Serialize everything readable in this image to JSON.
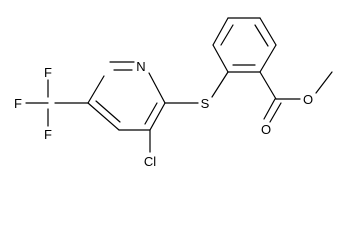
{
  "molecule": {
    "atoms": {
      "n_label": "N",
      "s_label": "S",
      "cl_label": "Cl",
      "f1_label": "F",
      "f2_label": "F",
      "f3_label": "F",
      "o_carbonyl_label": "O",
      "o_ester_label": "O"
    }
  }
}
